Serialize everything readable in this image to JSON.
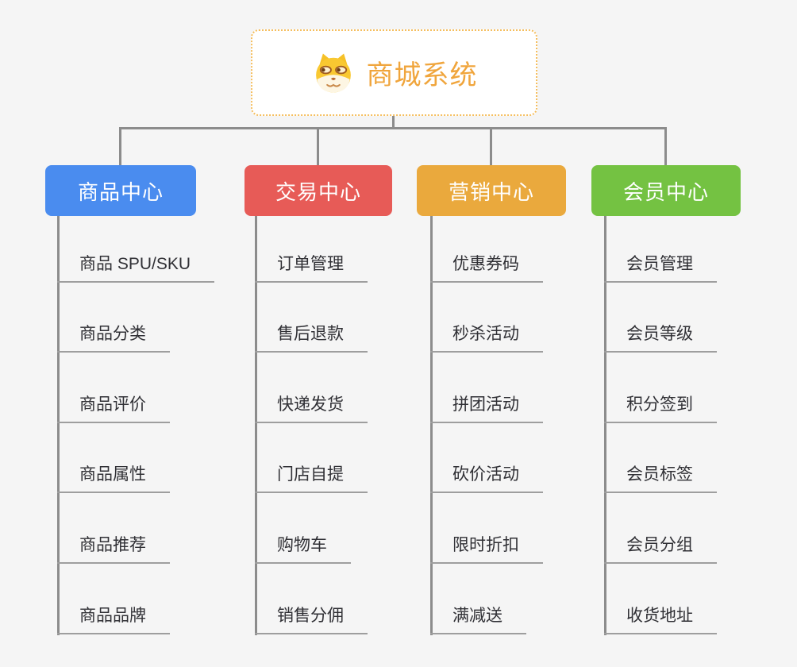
{
  "canvas": {
    "background_color": "#f5f5f5",
    "connector_color": "#8c8c8c",
    "underline_color": "#9e9e9e",
    "leaf_text_color": "#303035"
  },
  "root": {
    "title": "商城系统",
    "icon": "dog-face-icon",
    "text_color": "#f0a53c",
    "border_color": "#f5be5e",
    "background_color": "#ffffff"
  },
  "branches": [
    {
      "label": "商品中心",
      "color": "#4a8cef",
      "children": [
        "商品 SPU/SKU",
        "商品分类",
        "商品评价",
        "商品属性",
        "商品推荐",
        "商品品牌"
      ]
    },
    {
      "label": "交易中心",
      "color": "#e75b57",
      "children": [
        "订单管理",
        "售后退款",
        "快递发货",
        "门店自提",
        "购物车",
        "销售分佣"
      ]
    },
    {
      "label": "营销中心",
      "color": "#eaa93d",
      "children": [
        "优惠券码",
        "秒杀活动",
        "拼团活动",
        "砍价活动",
        "限时折扣",
        "满减送"
      ]
    },
    {
      "label": "会员中心",
      "color": "#74c242",
      "children": [
        "会员管理",
        "会员等级",
        "积分签到",
        "会员标签",
        "会员分组",
        "收货地址"
      ]
    }
  ]
}
